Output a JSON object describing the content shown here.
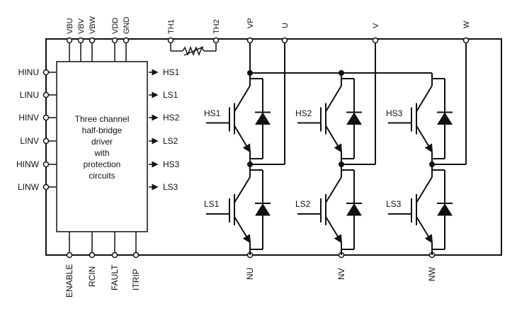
{
  "top_pins": [
    "VBU",
    "VBV",
    "VBW",
    "VDD",
    "GND",
    "TH1",
    "TH2",
    "VP",
    "U",
    "V",
    "W"
  ],
  "left_pins": [
    "HINU",
    "LINU",
    "HINV",
    "LINV",
    "HINW",
    "LINW"
  ],
  "driver_outputs": [
    "HS1",
    "LS1",
    "HS2",
    "LS2",
    "HS3",
    "LS3"
  ],
  "driver_text": [
    "Three channel",
    "half-bridge",
    "driver",
    "with",
    "protection",
    "circuits"
  ],
  "bottom_pins": [
    "ENABLE",
    "RCIN",
    "FAULT",
    "ITRIP",
    "NU",
    "NV",
    "NW"
  ],
  "gate_labels_high": [
    "HS1",
    "HS2",
    "HS3"
  ],
  "gate_labels_low": [
    "LS1",
    "LS2",
    "LS3"
  ],
  "colors": {
    "line": "#111111",
    "background": "#ffffff"
  }
}
